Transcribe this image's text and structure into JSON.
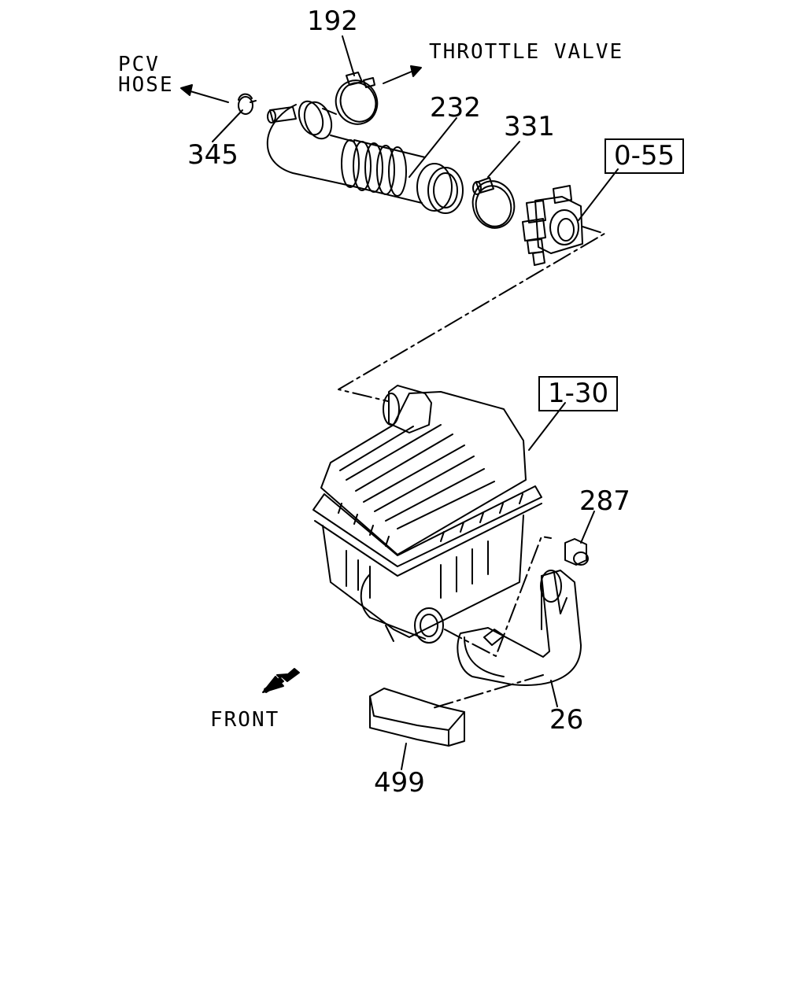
{
  "diagram": {
    "callouts": {
      "c192": "192",
      "c232": "232",
      "c331": "331",
      "c345": "345",
      "c287": "287",
      "c26": "26",
      "c499": "499"
    },
    "references": {
      "r055": "0-55",
      "r130": "1-30"
    },
    "directions": {
      "throttle": "THROTTLE VALVE",
      "pcv_line1": "PCV",
      "pcv_line2": "HOSE",
      "front": "FRONT"
    }
  }
}
